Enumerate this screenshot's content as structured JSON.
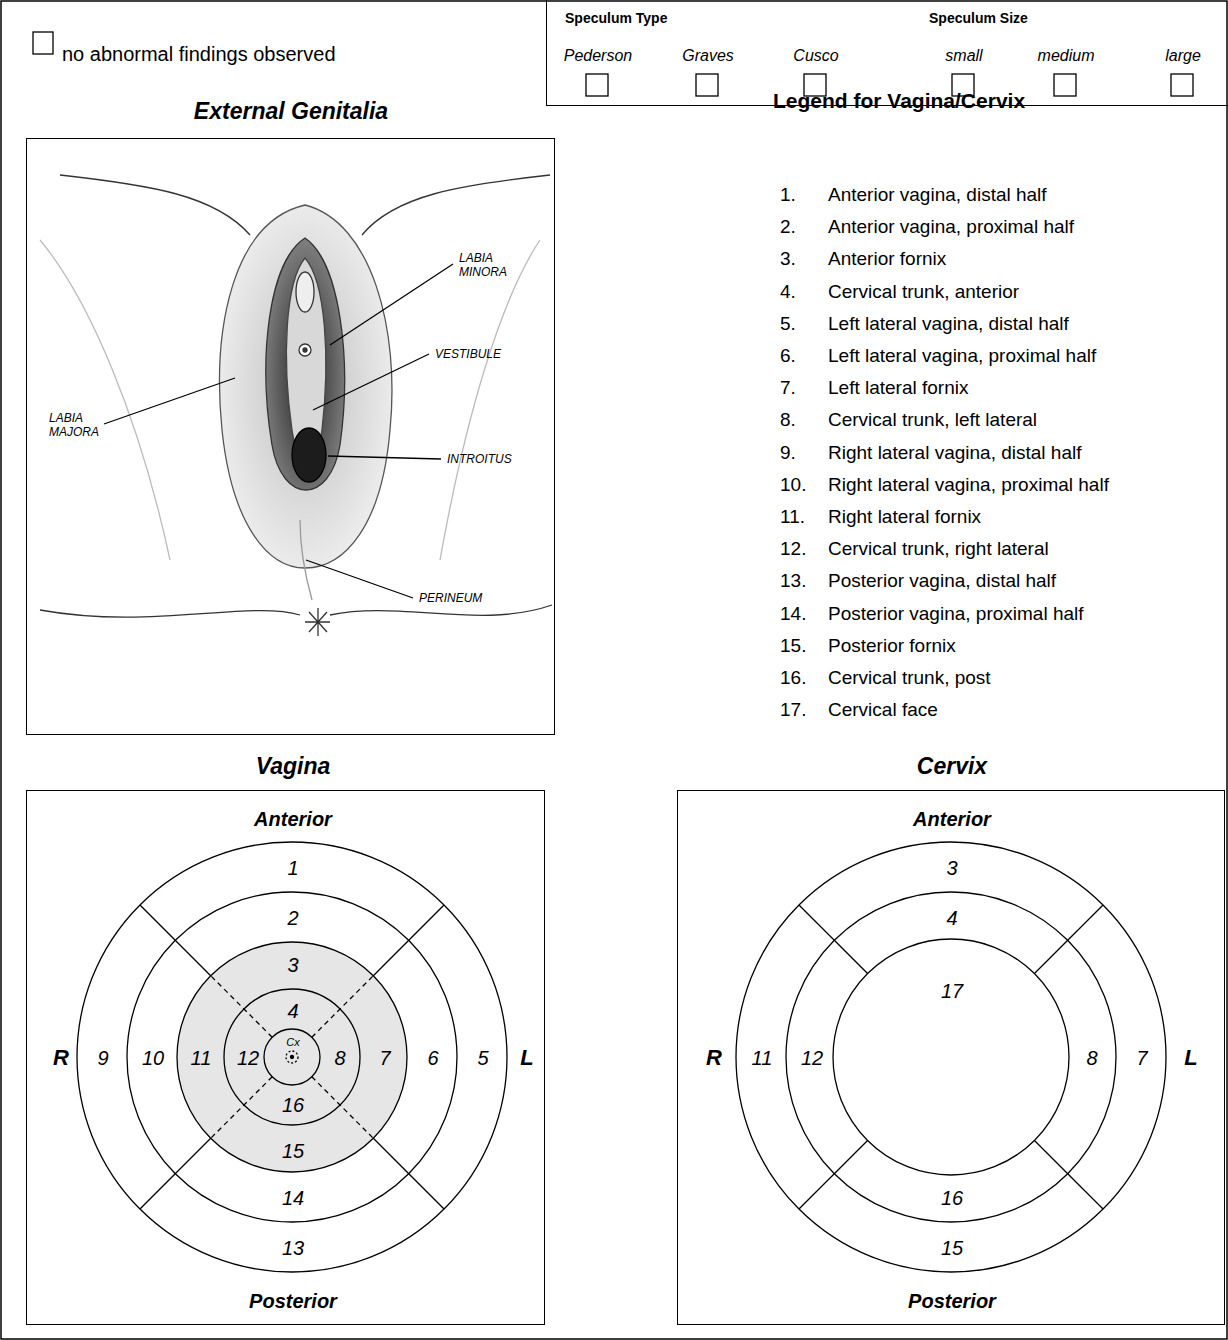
{
  "diagram": {
    "nodes": [
      {
        "text": [
          "Speculum Type",
          "Pederson",
          "Graves",
          "Cusco",
          "Speculum Size",
          "small",
          "medium",
          "large"
        ]
      },
      {
        "text": [
          "External Genitalia",
          "LABIA MINORA",
          "VESTIBULE",
          "INTROITUS",
          "LABIA MAJORA",
          "PERINEUM"
        ]
      },
      {
        "text": [
          "Vagina",
          "Anterior",
          "1",
          "2",
          "3",
          "4",
          "R",
          "9",
          "10",
          "11",
          "12",
          "Cx",
          "8",
          "7",
          "6",
          "5",
          "L",
          "16",
          "15",
          "14",
          "13",
          "Posterior"
        ]
      },
      {
        "text": [
          "Cervix",
          "Anterior",
          "3",
          "4",
          "17",
          "R",
          "11",
          "12",
          "8",
          "7",
          "L",
          "16",
          "15",
          "Posterior"
        ]
      }
    ],
    "labels": [
      "no abnormal findings observed",
      "Legend for Vagina/Cervix",
      "1.",
      "Anterior vagina, distal half",
      "2.",
      "Anterior vagina, proximal half",
      "3.",
      "Anterior fornix",
      "4.",
      "Cervical trunk, anterior",
      "5.",
      "Left lateral vagina, distal half",
      "6.",
      "Left lateral vagina, proximal half",
      "7.",
      "Left lateral fornix",
      "8.",
      "Cervical trunk, left lateral",
      "9.",
      "Right lateral vagina, distal half",
      "10.",
      "Right lateral vagina, proximal half",
      "11.",
      "Right lateral fornix",
      "12.",
      "Cervical trunk, right lateral",
      "13.",
      "Posterior vagina, distal half",
      "14.",
      "Posterior vagina, proximal half",
      "15.",
      "Posterior fornix",
      "16.",
      "Cervical trunk, post",
      "17.",
      "Cervical face"
    ]
  }
}
